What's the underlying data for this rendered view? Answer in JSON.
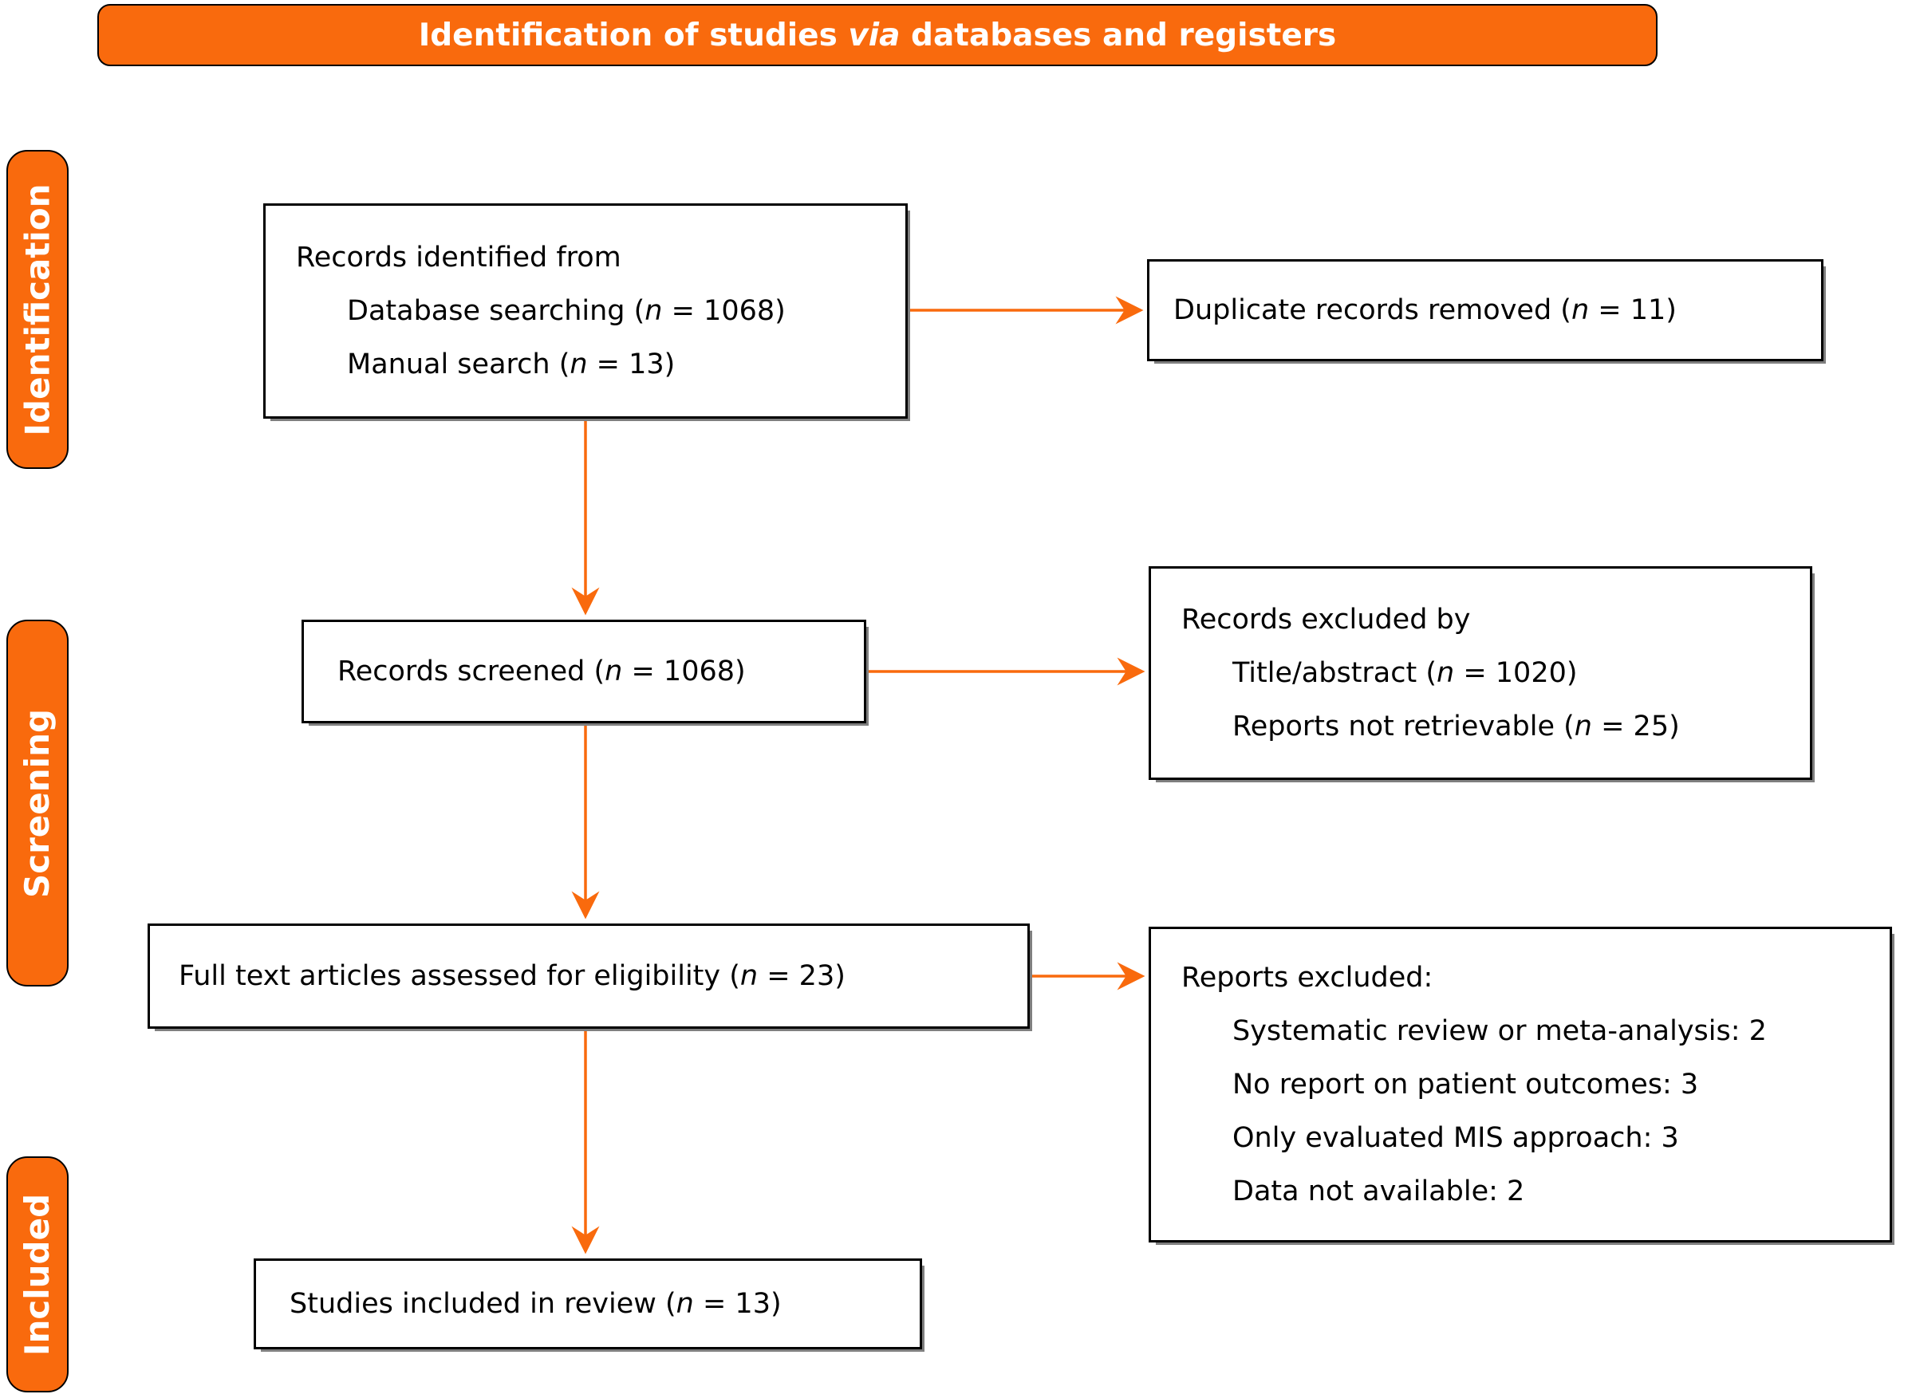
{
  "colors": {
    "accent": "#F96A0D",
    "arrow": "#F96A0D",
    "box_border": "#000000",
    "banner_text": "#FFFFFF"
  },
  "banner": {
    "title_pre": "Identification of studies ",
    "title_italic": "via",
    "title_post": " databases and registers"
  },
  "stages": {
    "identification": "Identification",
    "screening": "Screening",
    "included": "Included"
  },
  "boxes": {
    "identified": {
      "line1": {
        "pre": "Records identified from"
      },
      "line2": {
        "pre": "Database searching (",
        "n": "n",
        "post": " = 1068)"
      },
      "line3": {
        "pre": "Manual search (",
        "n": "n",
        "post": " = 13)"
      }
    },
    "duplicates": {
      "line1": {
        "pre": "Duplicate records removed (",
        "n": "n",
        "post": " = 11)"
      }
    },
    "screened": {
      "line1": {
        "pre": "Records screened (",
        "n": "n",
        "post": " = 1068)"
      }
    },
    "excluded_records": {
      "line1": {
        "pre": "Records excluded by"
      },
      "line2": {
        "pre": "Title/abstract (",
        "n": "n",
        "post": " = 1020)"
      },
      "line3": {
        "pre": "Reports not retrievable (",
        "n": "n",
        "post": " = 25)"
      }
    },
    "fulltext": {
      "line1": {
        "pre": "Full text articles assessed for eligibility (",
        "n": "n",
        "post": " = 23)"
      }
    },
    "excluded_reports": {
      "line1": {
        "pre": "Reports excluded:"
      },
      "line2": {
        "pre": "Systematic review or meta-analysis: 2"
      },
      "line3": {
        "pre": "No report on patient outcomes: 3"
      },
      "line4": {
        "pre": "Only evaluated MIS approach: 3"
      },
      "line5": {
        "pre": "Data not available: 2"
      }
    },
    "included": {
      "line1": {
        "pre": "Studies included in review (",
        "n": "n",
        "post": " = 13)"
      }
    }
  }
}
